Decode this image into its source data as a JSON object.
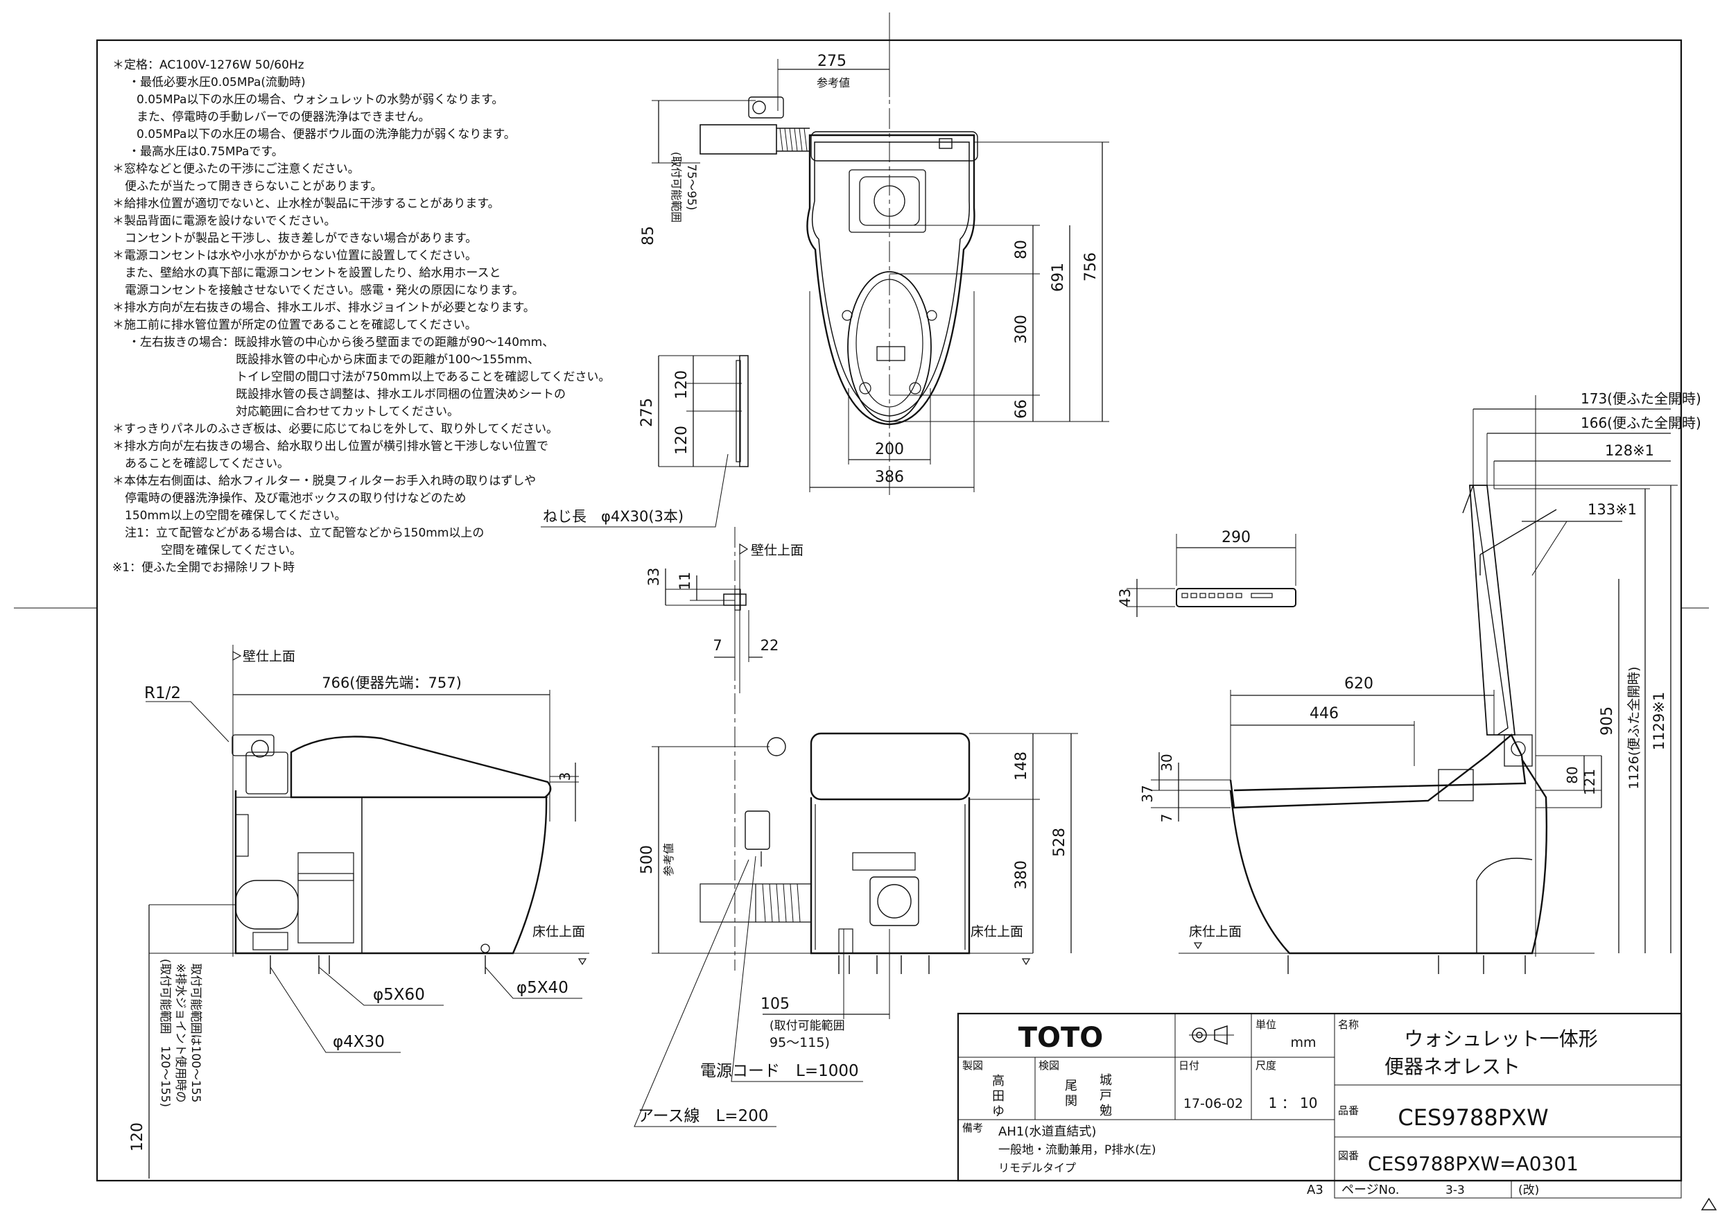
{
  "notes": [
    "＊定格：AC100V-1276W 50/60Hz",
    "・最低必要水圧0.05MPa(流動時)",
    "0.05MPa以下の水圧の場合、ウォシュレットの水勢が弱くなります。",
    "また、停電時の手動レバーでの便器洗浄はできません。",
    "0.05MPa以下の水圧の場合、便器ボウル面の洗浄能力が弱くなります。",
    "・最高水圧は0.75MPaです。",
    "＊窓枠などと便ふたの干渉にご注意ください。",
    "便ふたが当たって開ききらないことがあります。",
    "＊給排水位置が適切でないと、止水栓が製品に干渉することがあります。",
    "＊製品背面に電源を設けないでください。",
    "コンセントが製品と干渉し、抜き差しができない場合があります。",
    "＊電源コンセントは水や小水がかからない位置に設置してください。",
    "また、壁給水の真下部に電源コンセントを設置したり、給水用ホースと",
    "電源コンセントを接触させないでください。感電・発火の原因になります。",
    "＊排水方向が左右抜きの場合、排水エルボ、排水ジョイントが必要となります。",
    "＊施工前に排水管位置が所定の位置であることを確認してください。",
    "・左右抜きの場合：既設排水管の中心から後ろ壁面までの距離が90～140mm、",
    "既設排水管の中心から床面までの距離が100～155mm、",
    "トイレ空間の間口寸法が750mm以上であることを確認してください。",
    "既設排水管の長さ調整は、排水エルボ同梱の位置決めシートの",
    "対応範囲に合わせてカットしてください。",
    "＊すっきりパネルのふさぎ板は、必要に応じてねじを外して、取り外してください。",
    "＊排水方向が左右抜きの場合、給水取り出し位置が横引排水管と干渉しない位置で",
    "あることを確認してください。",
    "＊本体左右側面は、給水フィルター・脱臭フィルターお手入れ時の取りはずしや",
    "停電時の便器洗浄操作、及び電池ボックスの取り付けなどのため",
    "150mm以上の空間を確保してください。",
    "注1：立て配管などがある場合は、立て配管などから150mm以上の",
    "空間を確保してください。",
    "※1：便ふた全開でお掃除リフト時"
  ],
  "top_view": {
    "dim_275": "275",
    "ref_value": "参考値",
    "dim_85": "85",
    "mount_range": "(取付可能範囲",
    "mount_range_val": "75～95)",
    "dim_80": "80",
    "dim_300": "300",
    "dim_66": "66",
    "dim_691": "691",
    "dim_756": "756",
    "dim_200": "200",
    "dim_386": "386"
  },
  "bracket": {
    "dim_275": "275",
    "dim_120a": "120",
    "dim_120b": "120",
    "screw_label": "ねじ長　φ4X30(3本)",
    "wall_finish": "壁仕上面",
    "dim_33": "33",
    "dim_11": "11",
    "dim_7": "7",
    "dim_22": "22"
  },
  "remote": {
    "dim_290": "290",
    "dim_43": "43"
  },
  "left_view": {
    "wall_finish": "壁仕上面",
    "r_label": "R1/2",
    "dim_766": "766(便器先端：757)",
    "dim_3": "3",
    "floor_finish": "床仕上面",
    "screw_5x60": "φ5X60",
    "screw_5x40": "φ5X40",
    "screw_4x30": "φ4X30",
    "dim_120": "120",
    "range1": "(取付可能範囲　120～155)",
    "range2": "※排水ジョイント使用時の",
    "range3": "取付可能範囲は100～155"
  },
  "front_view": {
    "dim_500": "500",
    "ref_value": "参考値",
    "dim_148": "148",
    "dim_528": "528",
    "dim_380": "380",
    "floor_finish": "床仕上面",
    "dim_105": "105",
    "range1": "(取付可能範囲",
    "range2": "95～115)",
    "cord": "電源コード　L=1000",
    "earth": "アース線　L=200"
  },
  "right_view": {
    "dim_173": "173(便ふた全開時)",
    "dim_166": "166(便ふた全開時)",
    "dim_128": "128※1",
    "dim_133": "133※1",
    "dim_620": "620",
    "dim_446": "446",
    "dim_30": "30",
    "dim_37": "37",
    "dim_7": "7",
    "dim_80": "80",
    "dim_121": "121",
    "dim_905": "905",
    "dim_1126": "1126(便ふた全開時)",
    "dim_1129": "1129※1",
    "floor_finish": "床仕上面"
  },
  "title_block": {
    "logo": "TOTO",
    "unit_label": "単位",
    "unit": "mm",
    "name_label": "名称",
    "name_line1": "ウォシュレット一体形",
    "name_line2": "便器ネオレスト",
    "drawn_label": "製図",
    "drawn_by": [
      "高",
      "田",
      "ゆ"
    ],
    "checked_label": "検図",
    "checked_by_1": [
      "尾",
      "関"
    ],
    "checked_by_2": [
      "城",
      "戸",
      "勉"
    ],
    "date_label": "日付",
    "date": "17-06-02",
    "scale_label": "尺度",
    "scale": "1 ： 10",
    "part_no_label": "品番",
    "part_no": "CES9788PXW",
    "remarks_label": "備考",
    "remarks_1": "AH1(水道直結式)",
    "remarks_2": "一般地・流動兼用，P排水(左)",
    "remarks_3": "リモデルタイプ",
    "drawing_no_label": "図番",
    "drawing_no": "CES9788PXW=A0301",
    "paper_size": "A3",
    "page_label": "ページNo.",
    "page": "3-3",
    "revision_label": "(改)"
  },
  "colors": {
    "ink": "#111111",
    "paper": "#ffffff"
  }
}
